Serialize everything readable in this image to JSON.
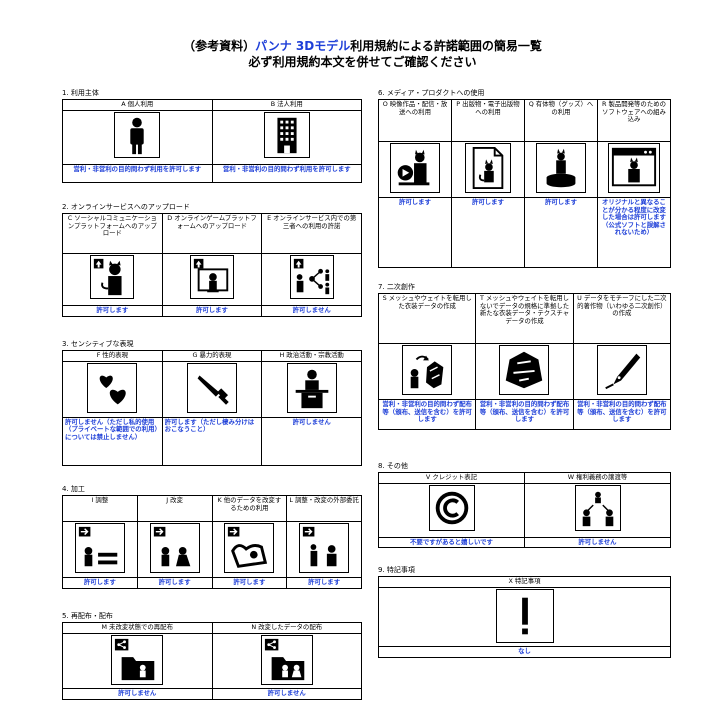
{
  "doc": {
    "title_prefix": "（参考資料）",
    "title_highlight": "パンナ 3Dモデル",
    "title_suffix": "利用規約による許諾範囲の簡易一覧",
    "subtitle": "必ず利用規約本文を併せてご確認ください"
  },
  "s1": {
    "heading": "1. 利用主体",
    "cols": [
      {
        "label": "A 個人利用",
        "icon": "person-icon",
        "perm": "営利・非営利の目的問わず利用を許可します"
      },
      {
        "label": "B 法人利用",
        "icon": "building-icon",
        "perm": "営利・非営利の目的問わず利用を許可します"
      }
    ]
  },
  "s2": {
    "heading": "2. オンラインサービスへのアップロード",
    "cols": [
      {
        "label": "C ソーシャルコミュニケーションプラットフォームへのアップロード",
        "icon": "upload-person-icon",
        "perm": "許可します"
      },
      {
        "label": "D オンラインゲームプラットフォームへのアップロード",
        "icon": "upload-monitor-icon",
        "perm": "許可します"
      },
      {
        "label": "E オンラインサービス内での第三者への利用の許諾",
        "icon": "upload-share-icon",
        "perm": "許可しません"
      }
    ]
  },
  "s3": {
    "heading": "3. センシティブな表現",
    "cols": [
      {
        "label": "F 性的表現",
        "icon": "hearts-icon",
        "perm": "許可しません（ただし私的使用（プライベートな範囲での利用）については禁止しません）"
      },
      {
        "label": "G 暴力的表現",
        "icon": "knife-icon",
        "perm": "許可します（ただし棲み分けはおこなうこと）"
      },
      {
        "label": "H 政治活動・宗教活動",
        "icon": "podium-icon",
        "perm": "許可しません"
      }
    ]
  },
  "s4": {
    "heading": "4. 加工",
    "cols": [
      {
        "label": "I 調整",
        "icon": "adjust-icon",
        "perm": "許可します"
      },
      {
        "label": "J 改変",
        "icon": "modify-icon",
        "perm": "許可します"
      },
      {
        "label": "K 他のデータを改変するための利用",
        "icon": "modify-other-icon",
        "perm": "許可します"
      },
      {
        "label": "L 調整・改変の外部委託",
        "icon": "outsource-icon",
        "perm": "許可します"
      }
    ]
  },
  "s5": {
    "heading": "5. 再配布・配布",
    "cols": [
      {
        "label": "M 未改変状態での再配布",
        "icon": "share-folder-icon",
        "perm": "許可しません"
      },
      {
        "label": "N 改変したデータの配布",
        "icon": "share-modified-folder-icon",
        "perm": "許可しません"
      }
    ]
  },
  "s6": {
    "heading": "6. メディア・プロダクトへの使用",
    "cols": [
      {
        "label": "O 映像作品・配信・放送への利用",
        "icon": "video-icon",
        "perm": "許可します"
      },
      {
        "label": "P 出版物・電子出版物への利用",
        "icon": "document-icon",
        "perm": "許可します"
      },
      {
        "label": "Q 有体物（グッズ）への利用",
        "icon": "figure-icon",
        "perm": "許可します"
      },
      {
        "label": "R 製品開発等のためのソフトウェアへの組み込み",
        "icon": "software-icon",
        "perm": "オリジナルと異なることが分かる程度に改変した場合は許可します（公式ソフトと誤解されないため）"
      }
    ]
  },
  "s7": {
    "heading": "7. 二次創作",
    "cols": [
      {
        "label": "S メッシュやウェイトを転用した衣装データの作成",
        "icon": "mesh-transfer-icon",
        "perm": "営利・非営利の目的問わず配布等（頒布、送信を含む）を許可します"
      },
      {
        "label": "T メッシュやウェイトを転用しないでデータの規格に準拠した新たな衣装データ・テクスチャデータの作成",
        "icon": "new-costume-icon",
        "perm": "営利・非営利の目的問わず配布等（頒布、送信を含む）を許可します"
      },
      {
        "label": "U データをモチーフにした二次的著作物（いわゆる二次創作）の作成",
        "icon": "pen-nib-icon",
        "perm": "営利・非営利の目的問わず配布等（頒布、送信を含む）を許可します"
      }
    ]
  },
  "s8": {
    "heading": "8. その他",
    "cols": [
      {
        "label": "V クレジット表記",
        "icon": "copyright-icon",
        "perm": "不要ですがあると嬉しいです"
      },
      {
        "label": "W 権利義務の譲渡等",
        "icon": "transfer-icon",
        "perm": "許可しません"
      }
    ]
  },
  "s9": {
    "heading": "9. 特記事項",
    "cols": [
      {
        "label": "X 特記事項",
        "icon": "exclamation-icon",
        "perm": "なし"
      }
    ]
  }
}
